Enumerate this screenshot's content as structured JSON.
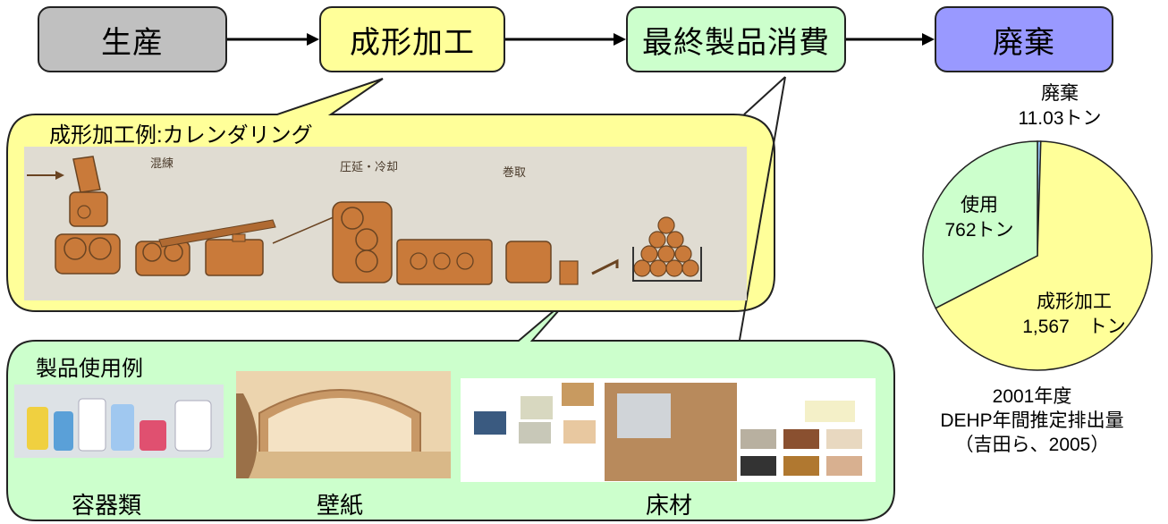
{
  "flow": {
    "steps": [
      {
        "label": "生産",
        "color": "#c0c0c0"
      },
      {
        "label": "成形加工",
        "color": "#ffff99"
      },
      {
        "label": "最終製品消費",
        "color": "#ccffcc"
      },
      {
        "label": "廃棄",
        "color": "#9999ff"
      }
    ]
  },
  "calendering": {
    "title": "成形加工例:カレンダリング",
    "stage_labels": [
      "混練",
      "圧延・冷却",
      "巻取"
    ],
    "fill_color": "#ffff99"
  },
  "products": {
    "title": "製品使用例",
    "fill_color": "#ccffcc",
    "items": [
      {
        "label": "容器類"
      },
      {
        "label": "壁紙"
      },
      {
        "label": "床材"
      }
    ]
  },
  "chart_data": {
    "type": "pie",
    "title": "2001年度",
    "subtitle": "DEHP年間推定排出量",
    "source": "（吉田ら、2005）",
    "slices": [
      {
        "name": "成形加工",
        "value": 1567,
        "value_label": "1,567　トン",
        "color": "#ffff99"
      },
      {
        "name": "使用",
        "value": 762,
        "value_label": "762トン",
        "color": "#ccffcc"
      },
      {
        "name": "廃棄",
        "value": 11.03,
        "value_label": "11.03トン",
        "color": "#99ccff"
      }
    ]
  }
}
